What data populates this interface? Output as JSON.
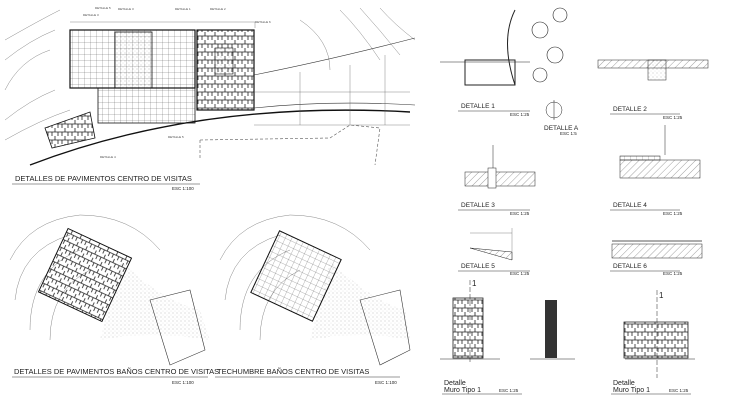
{
  "drawing": {
    "plan_main": {
      "title": "DETALLES DE PAVIMENTOS CENTRO DE VISITAS",
      "scale": "ESC 1:100",
      "callouts": [
        "DETALLE 5",
        "DETALLE 3",
        "DETALLE 3",
        "DETALLE 1",
        "DETALLE 2",
        "DETALLE 6",
        "DETALLE 4",
        "DETALLE 5"
      ]
    },
    "plan_banos": {
      "title": "DETALLES DE PAVIMENTOS  BAÑOS CENTRO DE VISITAS",
      "scale": "ESC 1:100"
    },
    "plan_techumbre": {
      "title": "TECHUMBRE  BAÑOS CENTRO DE VISITAS",
      "scale": "ESC 1:100"
    },
    "details": [
      {
        "title": "DETALLE 1",
        "scale": "ESC 1:25"
      },
      {
        "title": "DETALLE 2",
        "scale": "ESC 1:25"
      },
      {
        "title": "DETALLE A",
        "scale": "ESC 1:5"
      },
      {
        "title": "DETALLE 3",
        "scale": "ESC 1:25"
      },
      {
        "title": "DETALLE 4",
        "scale": "ESC 1:25"
      },
      {
        "title": "DETALLE 5",
        "scale": "ESC 1:25"
      },
      {
        "title": "DETALLE 6",
        "scale": "ESC 1:25"
      }
    ],
    "muros": [
      {
        "line1": "Detalle",
        "line2": "Muro Tipo 1",
        "scale": "ESC 1:25",
        "section": "1"
      },
      {
        "line1": "Detalle",
        "line2": "Muro Tipo 1",
        "scale": "ESC 1:25",
        "section": "1"
      }
    ]
  }
}
